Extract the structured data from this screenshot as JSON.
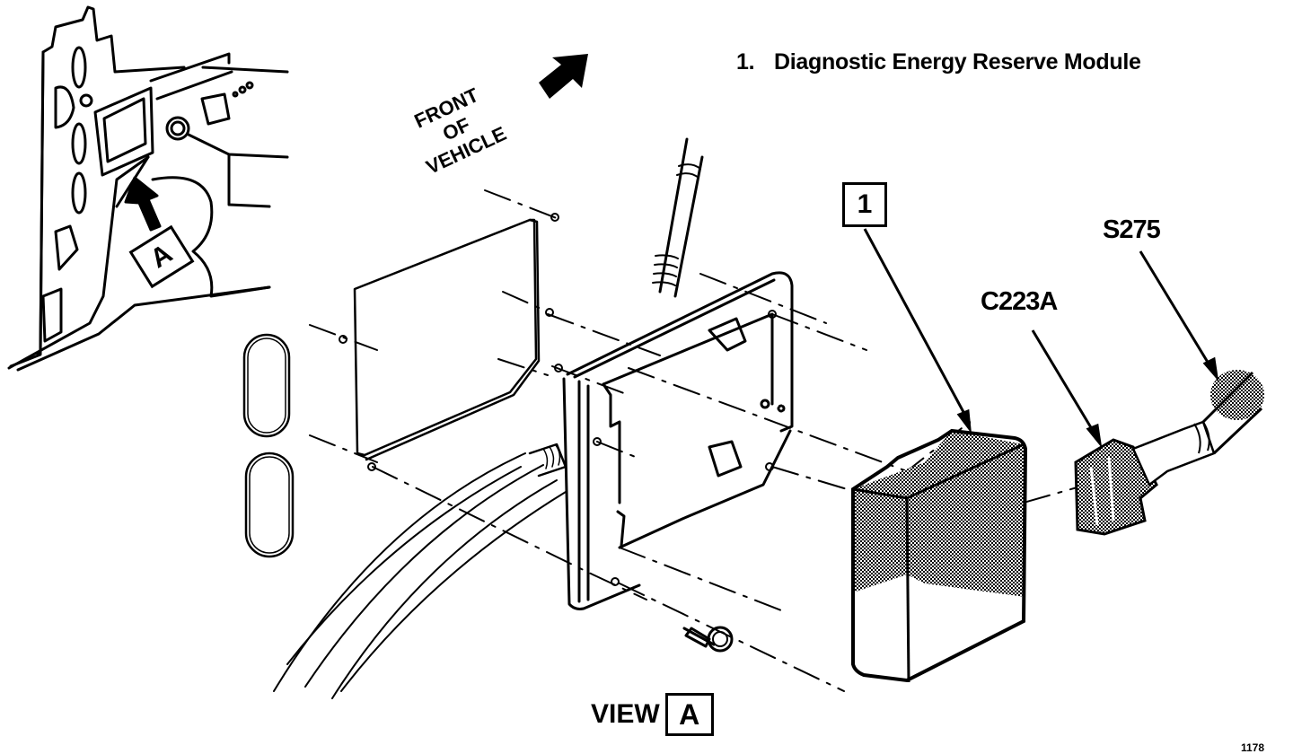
{
  "diagram": {
    "legend": {
      "items": [
        {
          "number": "1.",
          "text": "Diagnostic Energy Reserve Module"
        }
      ]
    },
    "direction_label": {
      "lines": [
        "FRONT",
        "OF",
        "VEHICLE"
      ],
      "icon": "arrow-up-right-icon"
    },
    "callouts": {
      "part_1": "1",
      "splice": "S275",
      "connector": "C223A",
      "view_ref": "A"
    },
    "view_caption": {
      "text": "VIEW",
      "ref": "A"
    },
    "corner_code": "1178"
  }
}
